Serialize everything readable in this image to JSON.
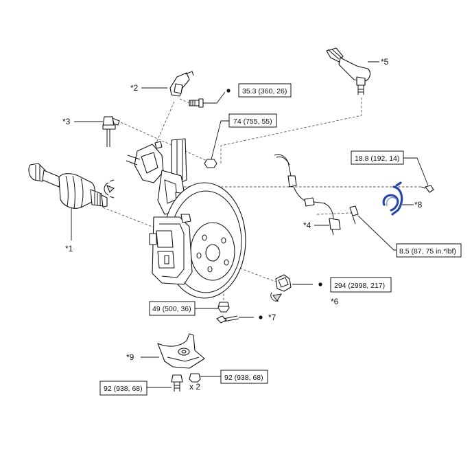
{
  "callouts": [
    {
      "id": "1",
      "text": "*1"
    },
    {
      "id": "2",
      "text": "*2"
    },
    {
      "id": "3",
      "text": "*3"
    },
    {
      "id": "4",
      "text": "*4"
    },
    {
      "id": "5",
      "text": "*5"
    },
    {
      "id": "6",
      "text": "*6"
    },
    {
      "id": "7",
      "text": "*7"
    },
    {
      "id": "8",
      "text": "*8"
    },
    {
      "id": "9",
      "text": "*9"
    }
  ],
  "torque_specs": [
    {
      "id": "t-35",
      "text": "35.3 (360, 26)"
    },
    {
      "id": "t-74",
      "text": "74 (755, 55)"
    },
    {
      "id": "t-188",
      "text": "18.8 (192, 14)"
    },
    {
      "id": "t-85",
      "text": "8.5 (87, 75 in.*lbf)"
    },
    {
      "id": "t-294",
      "text": "294 (2998, 217)"
    },
    {
      "id": "t-49",
      "text": "49 (500, 36)"
    },
    {
      "id": "t-92a",
      "text": "92 (938, 68)"
    },
    {
      "id": "t-92b",
      "text": "92 (938, 68)"
    }
  ],
  "quantity_note": "x 2",
  "colors": {
    "line": "#111111",
    "clip": "#2747a8",
    "dash": "#555555"
  },
  "icons": [
    "drive-shaft",
    "bracket",
    "stabilizer-link",
    "speed-sensor",
    "tie-rod-end",
    "axle-nut",
    "cotter-pin",
    "hose-clip",
    "lower-arm",
    "steering-knuckle",
    "brake-disc",
    "brake-caliper"
  ]
}
